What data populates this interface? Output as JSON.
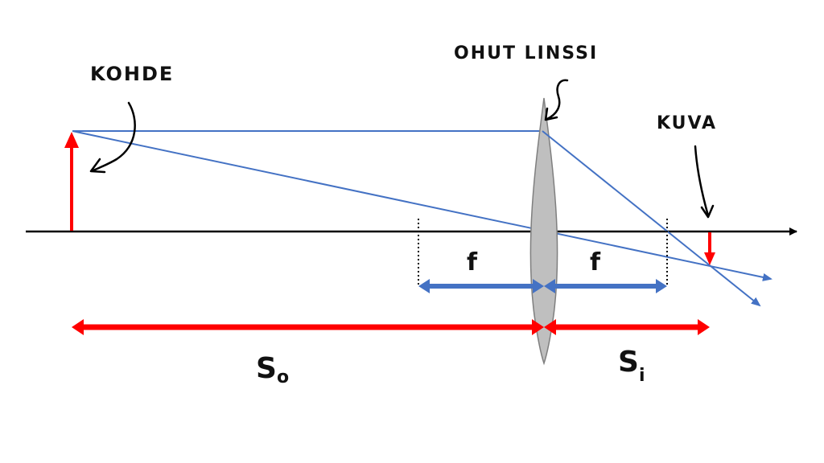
{
  "labels": {
    "object": "KOHDE",
    "lens": "OHUT LINSSI",
    "image": "KUVA",
    "focal_left": "f",
    "focal_right": "f",
    "object_distance_main": "S",
    "object_distance_sub": "o",
    "image_distance_main": "S",
    "image_distance_sub": "i"
  },
  "colors": {
    "ray": "#4472C4",
    "object_arrow": "#FF0000",
    "focal_arrow": "#4472C4",
    "distance_arrow": "#FF0000",
    "lens_fill": "#BFBFBF",
    "lens_stroke": "#7F7F7F",
    "axis": "#000000"
  }
}
